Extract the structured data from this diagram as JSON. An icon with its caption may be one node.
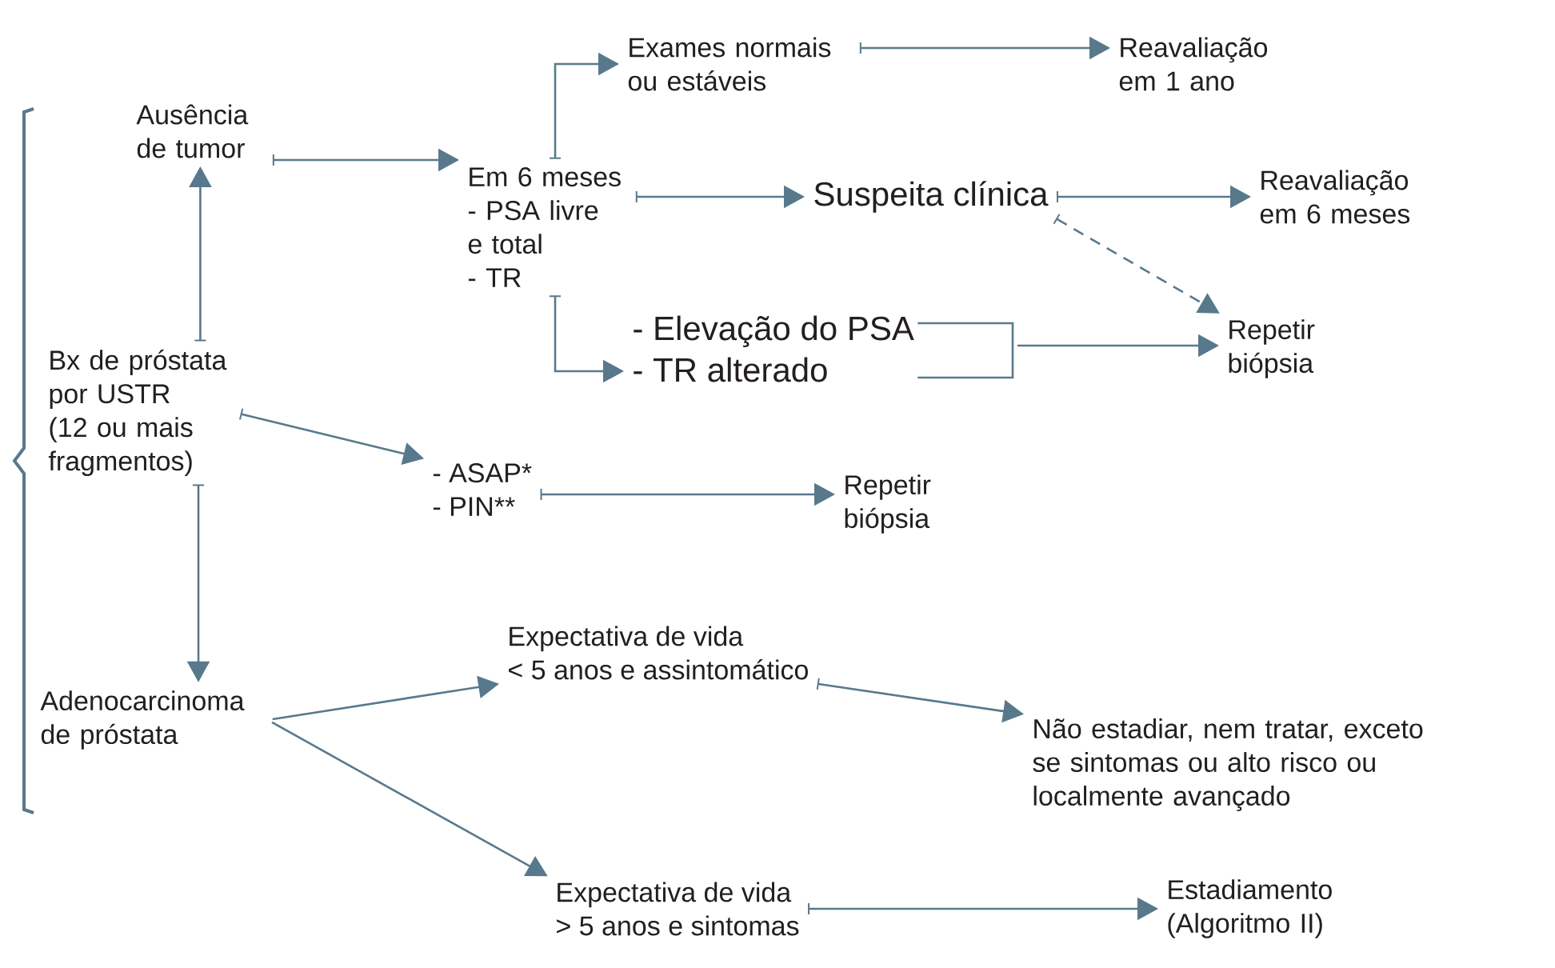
{
  "diagram": {
    "nodes": [
      {
        "text": [
          "Ausência de tumor"
        ]
      },
      {
        "text": [
          "Em 6 meses",
          "- PSA livre e total",
          "- TR"
        ]
      },
      {
        "text": [
          "Exames normais ou estáveis"
        ]
      },
      {
        "text": [
          "Reavaliação em 1 ano"
        ]
      },
      {
        "text": [
          "Suspeita clínica"
        ]
      },
      {
        "text": [
          "Reavaliação em 6 meses"
        ]
      },
      {
        "text": [
          "- Elevação do PSA",
          "- TR alterado"
        ]
      },
      {
        "text": [
          "Repetir biópsia"
        ]
      },
      {
        "text": [
          "Bx de próstata por USTR",
          "(12 ou mais fragmentos)"
        ]
      },
      {
        "text": [
          "- ASAP*",
          "- PIN**"
        ]
      },
      {
        "text": [
          "Repetir biópsia"
        ]
      },
      {
        "text": [
          "Adenocarcinoma de próstata"
        ]
      },
      {
        "text": [
          "Expectativa de vida",
          "< 5 anos e assintomático"
        ]
      },
      {
        "text": [
          "Não estadiar, nem tratar, exceto se sintomas ou alto risco ou localmente avançado"
        ]
      },
      {
        "text": [
          "Expectativa de vida",
          "> 5 anos e sintomas"
        ]
      },
      {
        "text": [
          "Estadiamento (Algoritmo II)"
        ]
      }
    ],
    "edges": [
      {
        "from": 8,
        "to": 0,
        "arrow": "to"
      },
      {
        "from": 0,
        "to": 1,
        "arrow": "to"
      },
      {
        "from": 1,
        "to": 2,
        "arrow": "to"
      },
      {
        "from": 1,
        "to": 4,
        "arrow": "to"
      },
      {
        "from": 1,
        "to": 6,
        "arrow": "to"
      },
      {
        "from": 4,
        "to": 5,
        "arrow": "to"
      },
      {
        "from": 4,
        "to": 7,
        "arrow": "to",
        "style": "dashed"
      },
      {
        "from": 6,
        "to": 7,
        "arrow": "to"
      },
      {
        "from": 2,
        "to": 3,
        "arrow": "to"
      },
      {
        "from": 8,
        "to": 9,
        "arrow": "to"
      },
      {
        "from": 9,
        "to": 10,
        "arrow": "to"
      },
      {
        "from": 8,
        "to": 11,
        "arrow": "to"
      },
      {
        "from": 11,
        "to": 12,
        "arrow": "to"
      },
      {
        "from": 11,
        "to": 14,
        "arrow": "to"
      },
      {
        "from": 12,
        "to": 13,
        "arrow": "to"
      },
      {
        "from": 14,
        "to": 15,
        "arrow": "to"
      }
    ]
  }
}
